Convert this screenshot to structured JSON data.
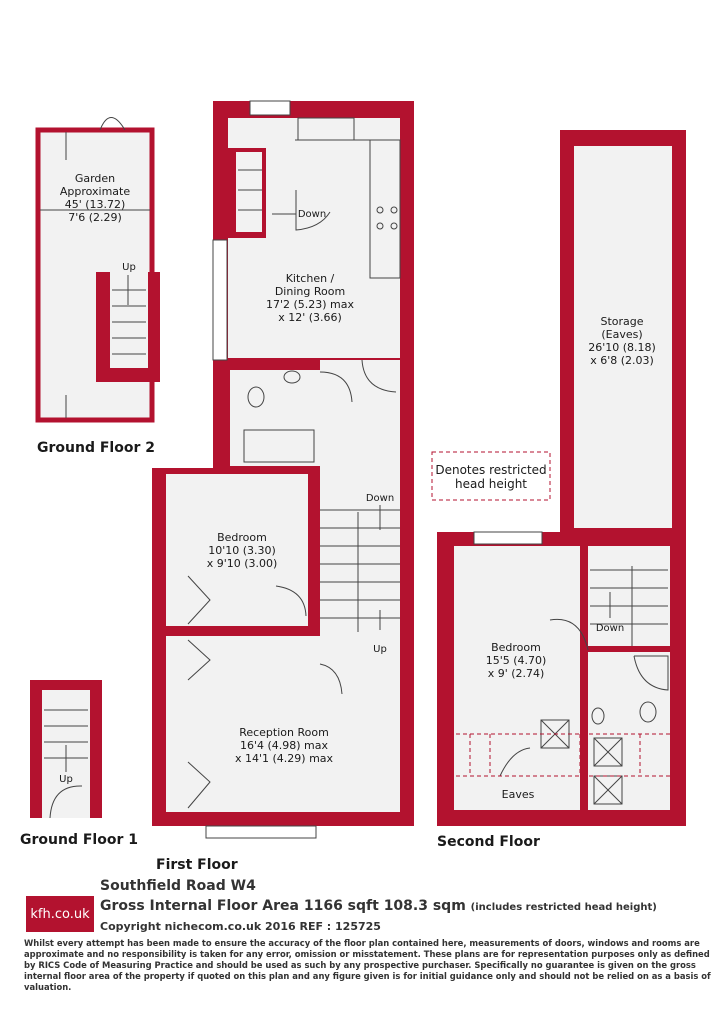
{
  "rooms": {
    "garden": {
      "name1": "Garden",
      "name2": "Approximate",
      "dim1": "45' (13.72)",
      "dim2": "7'6 (2.29)"
    },
    "kitchen": {
      "name1": "Kitchen /",
      "name2": "Dining Room",
      "dim1": "17'2 (5.23) max",
      "dim2": "x 12' (3.66)"
    },
    "bedroom_first": {
      "name": "Bedroom",
      "dim1": "10'10 (3.30)",
      "dim2": "x 9'10 (3.00)"
    },
    "reception": {
      "name": "Reception Room",
      "dim1": "16'4 (4.98) max",
      "dim2": "x 14'1 (4.29) max"
    },
    "storage": {
      "name1": "Storage",
      "name2": "(Eaves)",
      "dim1": "26'10 (8.18)",
      "dim2": "x 6'8 (2.03)"
    },
    "bedroom_second": {
      "name": "Bedroom",
      "dim1": "15'5 (4.70)",
      "dim2": "x 9' (2.74)"
    },
    "eaves": {
      "name": "Eaves"
    }
  },
  "stairs": {
    "up": "Up",
    "down": "Down"
  },
  "legend": {
    "line1": "Denotes restricted",
    "line2": "head height"
  },
  "floors": {
    "ground2": "Ground Floor 2",
    "ground1": "Ground Floor 1",
    "first": "First Floor",
    "second": "Second Floor"
  },
  "footer": {
    "logo": "kfh.co.uk",
    "address": "Southfield Road  W4",
    "area": "Gross Internal Floor Area 1166 sqft 108.3 sqm",
    "area_note": "(includes restricted head height)",
    "copyright": "Copyright nichecom.co.uk 2016 REF : 125725",
    "disclaimer": "Whilst every attempt has been made to ensure the accuracy of the floor plan contained here, measurements of doors, windows and rooms are approximate and no responsibility is taken for any error, omission or misstatement.  These plans are for representation purposes only as defined by RICS Code of Measuring Practice and should be used as such by any prospective purchaser.  Specifically no guarantee is given on the gross internal floor area of the property if quoted on this plan and any figure given is for initial guidance only and should not be relied on as a basis of valuation."
  },
  "colors": {
    "wall": "#b3122f",
    "floor": "#f2f2f2",
    "line": "#444444"
  }
}
